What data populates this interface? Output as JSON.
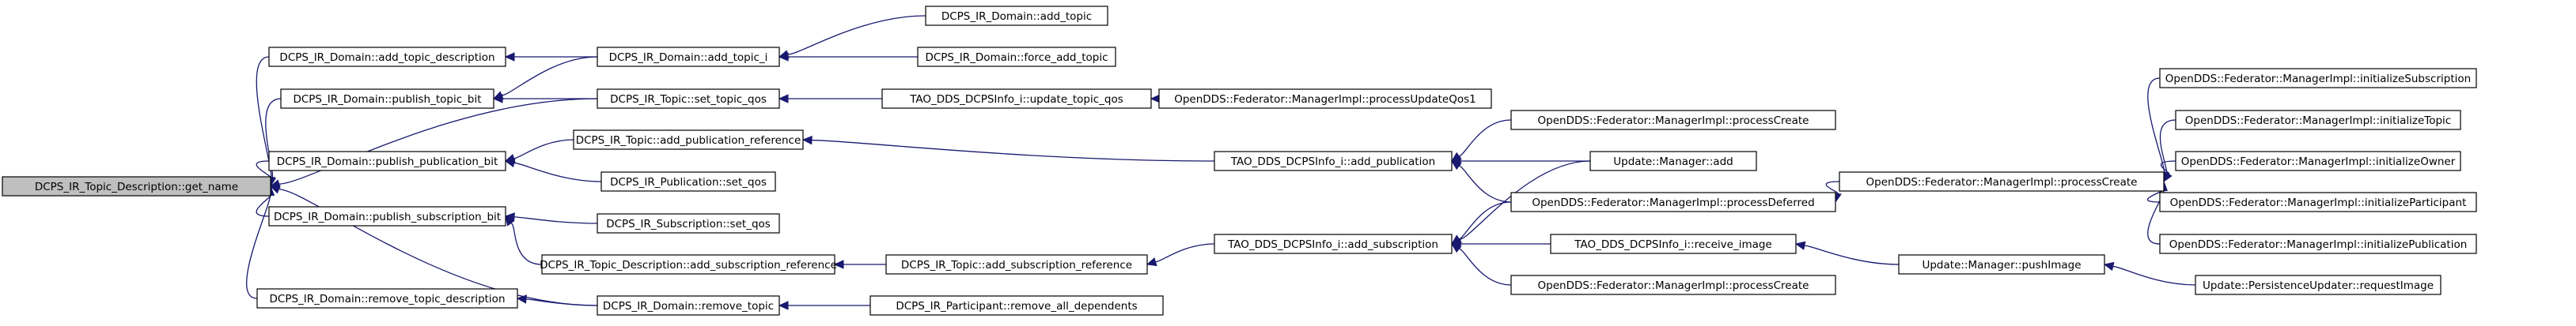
{
  "diagram": {
    "type": "caller-graph",
    "colors": {
      "edge": "#191970",
      "root_fill": "#bfbfbf",
      "node_fill": "#ffffff",
      "border": "#000000"
    },
    "nodes": [
      {
        "id": "n0",
        "label": "DCPS_IR_Topic_Description::get_name",
        "root": true
      },
      {
        "id": "n1",
        "label": "DCPS_IR_Domain::add_topic_description"
      },
      {
        "id": "n2",
        "label": "DCPS_IR_Domain::publish_topic_bit"
      },
      {
        "id": "n3",
        "label": "DCPS_IR_Domain::publish_publication_bit"
      },
      {
        "id": "n4",
        "label": "DCPS_IR_Domain::publish_subscription_bit"
      },
      {
        "id": "n5",
        "label": "DCPS_IR_Domain::remove_topic_description"
      },
      {
        "id": "n6",
        "label": "DCPS_IR_Domain::add_topic_i"
      },
      {
        "id": "n7",
        "label": "DCPS_IR_Topic::set_topic_qos"
      },
      {
        "id": "n8",
        "label": "DCPS_IR_Topic::add_publication_reference"
      },
      {
        "id": "n9",
        "label": "DCPS_IR_Publication::set_qos"
      },
      {
        "id": "n10",
        "label": "DCPS_IR_Subscription::set_qos"
      },
      {
        "id": "n11",
        "label": "DCPS_IR_Topic_Description::add_subscription_reference"
      },
      {
        "id": "n12",
        "label": "DCPS_IR_Domain::remove_topic"
      },
      {
        "id": "n13",
        "label": "DCPS_IR_Domain::add_topic"
      },
      {
        "id": "n14",
        "label": "DCPS_IR_Domain::force_add_topic"
      },
      {
        "id": "n15",
        "label": "TAO_DDS_DCPSInfo_i::update_topic_qos"
      },
      {
        "id": "n16",
        "label": "DCPS_IR_Topic::add_subscription_reference"
      },
      {
        "id": "n17",
        "label": "DCPS_IR_Participant::remove_all_dependents"
      },
      {
        "id": "n18",
        "label": "OpenDDS::Federator::ManagerImpl::processUpdateQos1"
      },
      {
        "id": "n19",
        "label": "TAO_DDS_DCPSInfo_i::add_publication"
      },
      {
        "id": "n20",
        "label": "TAO_DDS_DCPSInfo_i::add_subscription"
      },
      {
        "id": "n21",
        "label": "OpenDDS::Federator::ManagerImpl::processCreate"
      },
      {
        "id": "n22",
        "label": "Update::Manager::add"
      },
      {
        "id": "n23",
        "label": "OpenDDS::Federator::ManagerImpl::processDeferred"
      },
      {
        "id": "n24",
        "label": "TAO_DDS_DCPSInfo_i::receive_image"
      },
      {
        "id": "n25",
        "label": "OpenDDS::Federator::ManagerImpl::processCreate"
      },
      {
        "id": "n26",
        "label": "OpenDDS::Federator::ManagerImpl::processCreate"
      },
      {
        "id": "n27",
        "label": "Update::Manager::pushImage"
      },
      {
        "id": "n28",
        "label": "OpenDDS::Federator::ManagerImpl::initializeSubscription"
      },
      {
        "id": "n29",
        "label": "OpenDDS::Federator::ManagerImpl::initializeTopic"
      },
      {
        "id": "n30",
        "label": "OpenDDS::Federator::ManagerImpl::initializeOwner"
      },
      {
        "id": "n31",
        "label": "OpenDDS::Federator::ManagerImpl::initializeParticipant"
      },
      {
        "id": "n32",
        "label": "OpenDDS::Federator::ManagerImpl::initializePublication"
      },
      {
        "id": "n33",
        "label": "Update::PersistenceUpdater::requestImage"
      }
    ],
    "edges": [
      [
        "n1",
        "n0"
      ],
      [
        "n2",
        "n0"
      ],
      [
        "n3",
        "n0"
      ],
      [
        "n4",
        "n0"
      ],
      [
        "n5",
        "n0"
      ],
      [
        "n7",
        "n0"
      ],
      [
        "n12",
        "n0"
      ],
      [
        "n6",
        "n1"
      ],
      [
        "n6",
        "n2"
      ],
      [
        "n7",
        "n2"
      ],
      [
        "n8",
        "n3"
      ],
      [
        "n9",
        "n3"
      ],
      [
        "n10",
        "n4"
      ],
      [
        "n11",
        "n4"
      ],
      [
        "n12",
        "n5"
      ],
      [
        "n13",
        "n6"
      ],
      [
        "n14",
        "n6"
      ],
      [
        "n15",
        "n7"
      ],
      [
        "n19",
        "n8"
      ],
      [
        "n16",
        "n11"
      ],
      [
        "n17",
        "n12"
      ],
      [
        "n18",
        "n15"
      ],
      [
        "n20",
        "n16"
      ],
      [
        "n21",
        "n19"
      ],
      [
        "n22",
        "n19"
      ],
      [
        "n23",
        "n19"
      ],
      [
        "n22",
        "n20"
      ],
      [
        "n23",
        "n20"
      ],
      [
        "n24",
        "n20"
      ],
      [
        "n25",
        "n20"
      ],
      [
        "n26",
        "n23"
      ],
      [
        "n27",
        "n24"
      ],
      [
        "n28",
        "n26"
      ],
      [
        "n29",
        "n26"
      ],
      [
        "n30",
        "n26"
      ],
      [
        "n31",
        "n26"
      ],
      [
        "n32",
        "n26"
      ],
      [
        "n33",
        "n27"
      ]
    ]
  }
}
